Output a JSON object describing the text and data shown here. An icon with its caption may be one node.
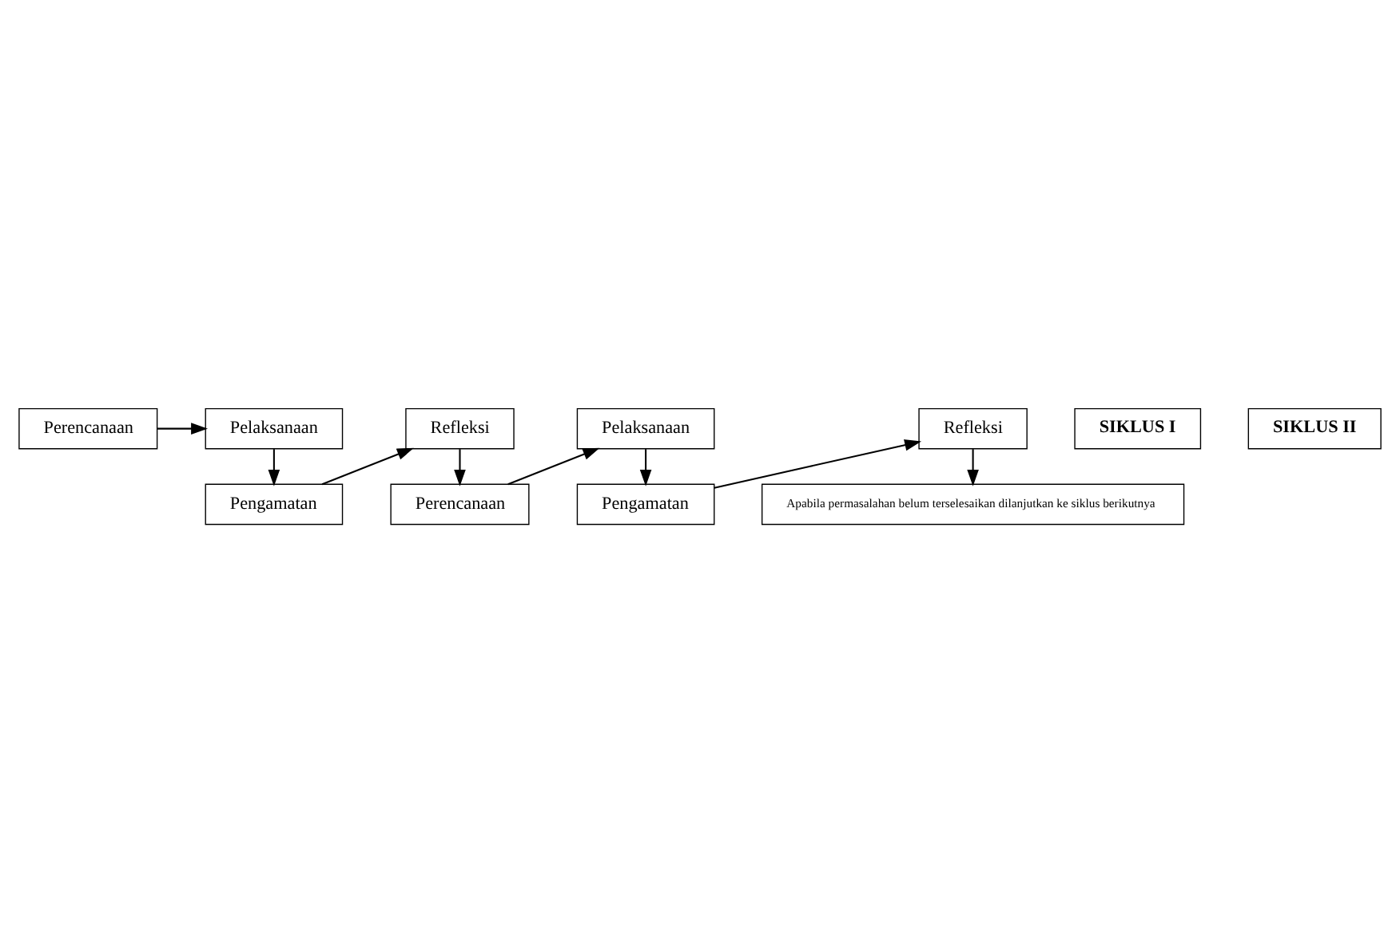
{
  "diagram": {
    "nodes": [
      {
        "text": [
          "Perencanaan"
        ]
      },
      {
        "text": [
          "Refleksi"
        ]
      },
      {
        "text": [
          "SIKLUS I"
        ]
      },
      {
        "text": [
          "Pelaksanaan"
        ]
      },
      {
        "text": [
          "Pengamatan"
        ]
      },
      {
        "text": [
          "Perencanaan"
        ]
      },
      {
        "text": [
          "Refleksi"
        ]
      },
      {
        "text": [
          "SIKLUS II"
        ]
      },
      {
        "text": [
          "Pelaksanaan"
        ]
      },
      {
        "text": [
          "Pengamatan"
        ]
      },
      {
        "text": [
          "Apabila permasalahan belum terselesaikan dilanjutkan ke siklus berikutnya"
        ]
      }
    ],
    "edges": [
      {
        "from": 0,
        "to": 3,
        "arrow": "to"
      },
      {
        "from": 3,
        "to": 4,
        "arrow": "to"
      },
      {
        "from": 4,
        "to": 1,
        "arrow": "to"
      },
      {
        "from": 1,
        "to": 5,
        "arrow": "to"
      },
      {
        "from": 5,
        "to": 8,
        "arrow": "to"
      },
      {
        "from": 8,
        "to": 9,
        "arrow": "to"
      },
      {
        "from": 9,
        "to": 6,
        "arrow": "to"
      },
      {
        "from": 6,
        "to": 10,
        "arrow": "to"
      }
    ]
  }
}
